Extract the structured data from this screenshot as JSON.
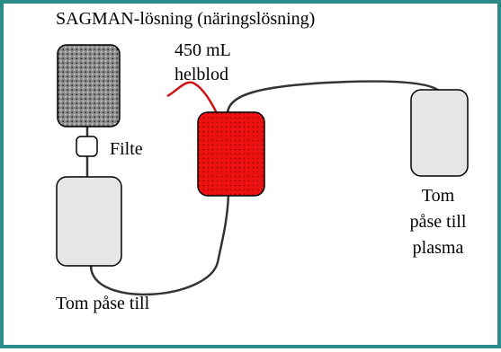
{
  "labels": {
    "sagman": "SAGMAN-lösning (näringslösning)",
    "volume": "450 mL",
    "wholeblood": "helblod",
    "filter": "Filte",
    "empty_bag": "Tom påse till",
    "plasma_bag_line1": "Tom",
    "plasma_bag_line2": "påse till",
    "plasma_bag_line3": "plasma"
  },
  "colors": {
    "frame": "#2b8a8a",
    "blood_bag": "#ee1111",
    "empty_bag": "#e6e6e6",
    "sagman_bag": "#8c8c8c",
    "needle_tube": "#cc1111",
    "tubing": "#333333"
  }
}
